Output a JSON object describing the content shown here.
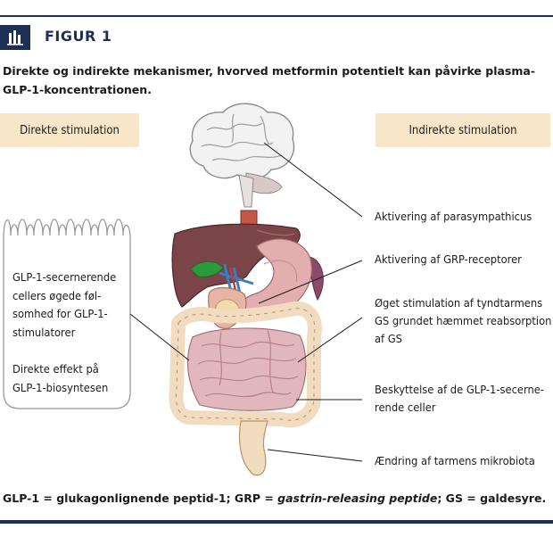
{
  "figure": {
    "title": "FIGUR 1",
    "caption": "Direkte og indirekte mekanismer, hvorved metformin potentielt kan påvirke plasma-GLP-1-koncentrationen."
  },
  "headers": {
    "left": "Direkte stimulation",
    "right": "Indirekte stimulation"
  },
  "direct_bubble": {
    "line1": "GLP-1-secernerende",
    "line2": "cellers øgede føl-",
    "line3": "somhed for GLP-1-",
    "line4": "stimulatorer",
    "line5": "Direkte effekt på",
    "line6": "GLP-1-biosyntesen"
  },
  "indirect_labels": {
    "l1": "Aktivering af parasympathicus",
    "l2": "Aktivering af GRP-receptorer",
    "l3a": "Øget stimulation af tyndtarmens",
    "l3b": "GS grundet hæmmet reabsorption",
    "l3c": "af GS",
    "l4a": "Beskyttelse af de GLP-1-secerne-",
    "l4b": "rende celler",
    "l5": "Ændring af  tarmens mikrobiota"
  },
  "footer": {
    "part1": "GLP-1 = glukagonlignende peptid-1; GRP = ",
    "italic": "gastrin-releasing peptide",
    "part2": "; GS = galdesyre."
  },
  "colors": {
    "navy": "#1e2f55",
    "header_box": "#f7e6c7",
    "liver": "#7a4448",
    "gallbladder": "#2c9a3a",
    "stomach": "#e3aeb0",
    "pancreas": "#f1dcae",
    "small_intestine": "#e2b6bd",
    "colon": "#f2dcc0",
    "esophagus": "#c7564a"
  },
  "icons": [
    "bar-chart-icon",
    "brain-illustration",
    "digestive-system-illustration"
  ]
}
